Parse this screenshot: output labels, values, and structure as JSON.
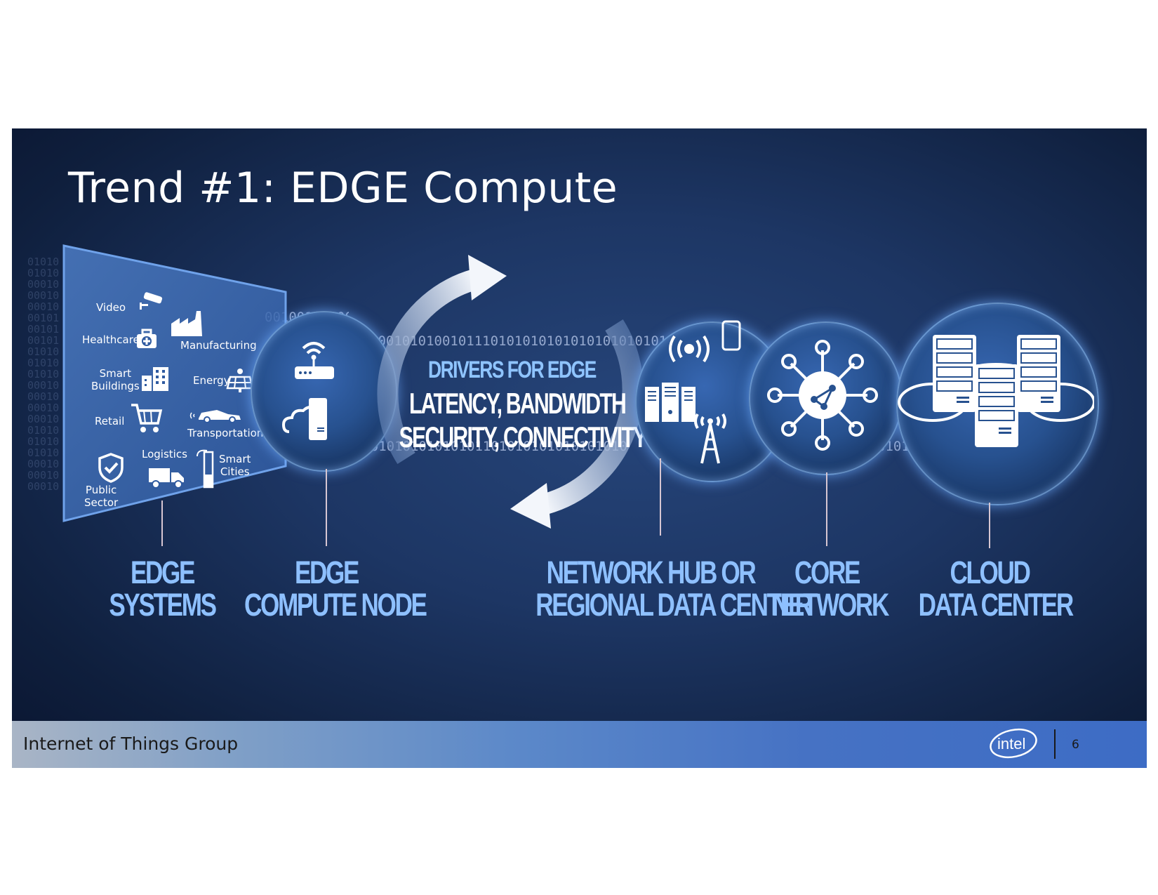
{
  "slide": {
    "title": "Trend #1:  EDGE Compute"
  },
  "segments": [
    {
      "id": "video",
      "label": "Video",
      "icon": "security-camera-icon"
    },
    {
      "id": "healthcare",
      "label": "Healthcare",
      "icon": "medical-kit-icon"
    },
    {
      "id": "manufacturing",
      "label": "Manufacturing",
      "icon": "factory-icon"
    },
    {
      "id": "smart_buildings",
      "label": "Smart\nBuildings",
      "icon": "buildings-icon"
    },
    {
      "id": "energy",
      "label": "Energy",
      "icon": "solar-panel-icon"
    },
    {
      "id": "retail",
      "label": "Retail",
      "icon": "shopping-cart-icon"
    },
    {
      "id": "transportation",
      "label": "Transportation",
      "icon": "car-icon"
    },
    {
      "id": "logistics",
      "label": "Logistics",
      "icon": "truck-icon"
    },
    {
      "id": "smart_cities",
      "label": "Smart\nCities",
      "icon": "street-light-icon"
    },
    {
      "id": "public_sector",
      "label": "Public\nSector",
      "icon": "shield-check-icon"
    }
  ],
  "drivers": {
    "heading": "DRIVERS FOR EDGE",
    "line1": "LATENCY, BANDWIDTH",
    "line2": "SECURITY, CONNECTIVITY"
  },
  "tiers": [
    {
      "id": "edge_systems",
      "line1": "EDGE",
      "line2": "SYSTEMS"
    },
    {
      "id": "edge_compute_node",
      "line1": "EDGE",
      "line2": "COMPUTE NODE"
    },
    {
      "id": "network_hub",
      "line1": "NETWORK HUB OR",
      "line2": "REGIONAL DATA CENTER"
    },
    {
      "id": "core_network",
      "line1": "CORE",
      "line2": "NETWORK"
    },
    {
      "id": "cloud_dc",
      "line1": "CLOUD",
      "line2": "DATA CENTER"
    }
  ],
  "binary": {
    "row1": "0001010100101110101010101010101010101010",
    "row2": "000101010101010101101010101010101010",
    "row3": "1000101100010001010100101001010",
    "row4": "00100101000101010100010101"
  },
  "footer": {
    "group": "Internet of Things Group",
    "brand": "intel",
    "page": "6"
  },
  "colors": {
    "label_blue": "#8ec0ff",
    "footer_start": "#a9b5c6",
    "footer_end": "#3d6cc5",
    "slide_bg": "#1d3664"
  }
}
